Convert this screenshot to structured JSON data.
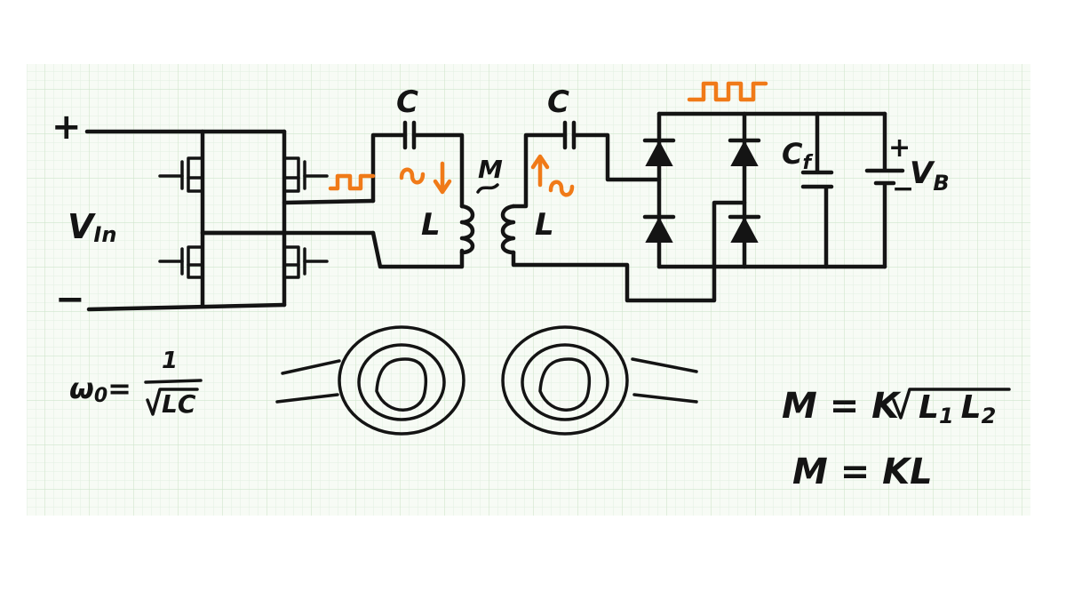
{
  "labels": {
    "plus_input": "+",
    "minus_input": "−",
    "vin": "V",
    "vin_sub": "In",
    "cap_left": "C",
    "cap_right": "C",
    "ind_left": "L",
    "ind_right": "L",
    "mutual": "M",
    "cap_filter": "C",
    "cap_filter_sub": "f",
    "batt_plus": "+",
    "batt_minus": "−",
    "vb": "V",
    "vb_sub": "B"
  },
  "formulas": {
    "omega": "ω",
    "omega_sub": "0",
    "eq": "=",
    "one": "1",
    "lc": "LC",
    "m_k_sqrt": "M = K",
    "l1": "L",
    "l1_sub": "1",
    "l2": "L",
    "l2_sub": "2",
    "m_kl": "M = KL"
  },
  "colors": {
    "ink": "#141414",
    "accent": "#f07a18",
    "grid_minor": "#e4f0e4",
    "grid_major": "#c9e3c9",
    "paper": "#f7fbf5"
  }
}
